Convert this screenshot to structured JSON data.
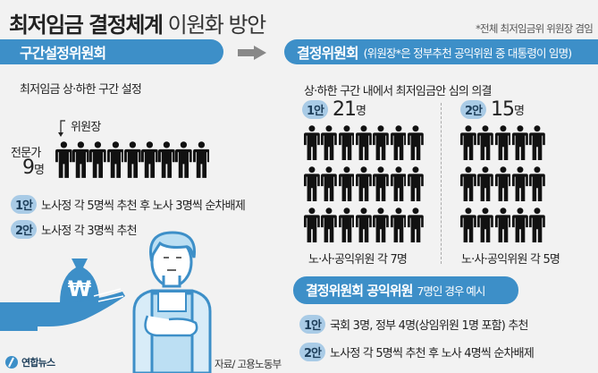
{
  "title": {
    "bold": "최저임금 결정체계",
    "light": "이원화 방안"
  },
  "note": "*전체 최저임금위 위원장 겸임",
  "left": {
    "header": "구간설정위원회",
    "description": "최저임금 상·하한 구간 설정",
    "chair_label": "위원장",
    "experts_label": "전문가",
    "experts_count": "9",
    "experts_unit": "명",
    "experts_people": 9,
    "options": [
      {
        "badge": "1안",
        "text": "노사정 각 5명씩 추천 후 노사 3명씩 순차배제"
      },
      {
        "badge": "2안",
        "text": "노사정 각 3명씩 추천"
      }
    ]
  },
  "right": {
    "header": "결정위원회",
    "header_sub": "(위원장*은 정부추천 공익위원 중 대통령이 임명)",
    "description": "상·하한 구간 내에서 최저임금안 심의 의결",
    "plans": [
      {
        "badge": "1안",
        "count": "21",
        "unit": "명",
        "people": 21,
        "columns": 7,
        "caption": "노·사·공익위원 각 7명"
      },
      {
        "badge": "2안",
        "count": "15",
        "unit": "명",
        "people": 15,
        "columns": 5,
        "caption": "노·사·공익위원 각 5명"
      }
    ]
  },
  "bottom": {
    "header": "결정위원회 공익위원",
    "header_sub": "7명인 경우 예시",
    "options": [
      {
        "badge": "1안",
        "text": "국회 3명, 정부 4명(상임위원 1명 포함) 추천"
      },
      {
        "badge": "2안",
        "text": "노사정 각 5명씩 추천 후 노사 4명씩 순차배제"
      }
    ]
  },
  "logo": "연합뉴스",
  "source": "자료/ 고용노동부",
  "colors": {
    "bar": "#3d8fc8",
    "badge": "#a9cbe6",
    "background": "#f2f2f2"
  }
}
